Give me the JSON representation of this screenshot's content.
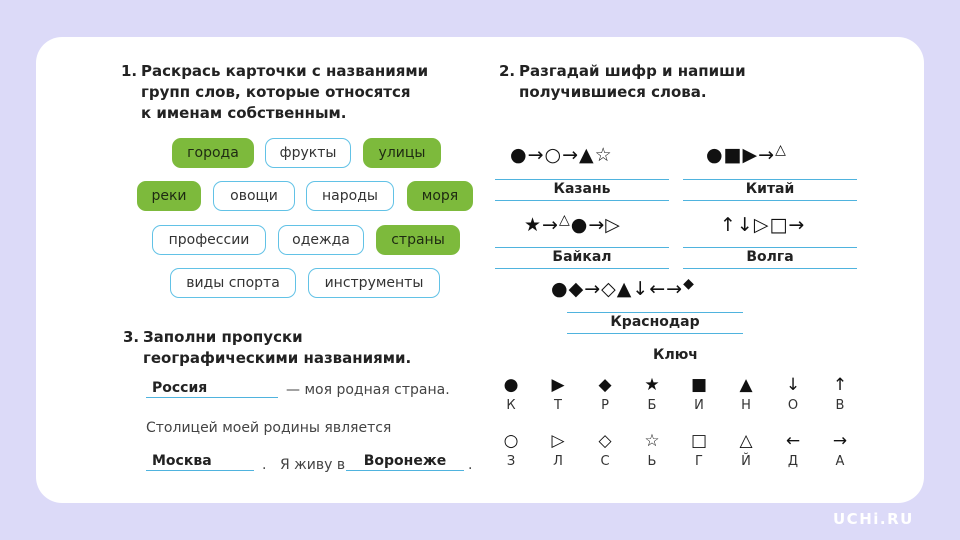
{
  "task1": {
    "num": "1.",
    "lines": [
      "Раскрась карточки с названиями",
      "групп слов, которые относятся",
      "к именам собственным."
    ],
    "cards": [
      {
        "label": "города",
        "on": true
      },
      {
        "label": "фрукты",
        "on": false
      },
      {
        "label": "улицы",
        "on": true
      },
      {
        "label": "реки",
        "on": true
      },
      {
        "label": "овощи",
        "on": false
      },
      {
        "label": "народы",
        "on": false
      },
      {
        "label": "моря",
        "on": true
      },
      {
        "label": "профессии",
        "on": false
      },
      {
        "label": "одежда",
        "on": false
      },
      {
        "label": "страны",
        "on": true
      },
      {
        "label": "виды спорта",
        "on": false
      },
      {
        "label": "инструменты",
        "on": false
      }
    ]
  },
  "task2": {
    "num": "2.",
    "lines": [
      "Разгадай шифр и напиши",
      "получившиеся слова."
    ],
    "ciphers": [
      {
        "parts": [
          "●→○→▲☆"
        ],
        "answer": "Казань"
      },
      {
        "parts": [
          "●■▶→",
          "△"
        ],
        "answer": "Китай"
      },
      {
        "parts": [
          "★→",
          "△",
          "●→▷"
        ],
        "answer": "Байкал"
      },
      {
        "parts": [
          "↑↓▷□→"
        ],
        "answer": "Волга"
      },
      {
        "parts": [
          "●◆→◇▲↓←→",
          "◆"
        ],
        "answer": "Краснодар"
      }
    ],
    "key_title": "Ключ",
    "key_row1": [
      {
        "sym": "●",
        "letter": "К"
      },
      {
        "sym": "▶",
        "letter": "Т"
      },
      {
        "sym": "◆",
        "letter": "Р"
      },
      {
        "sym": "★",
        "letter": "Б"
      },
      {
        "sym": "■",
        "letter": "И"
      },
      {
        "sym": "▲",
        "letter": "Н"
      },
      {
        "sym": "↓",
        "letter": "О"
      },
      {
        "sym": "↑",
        "letter": "В"
      }
    ],
    "key_row2": [
      {
        "sym": "○",
        "letter": "З"
      },
      {
        "sym": "▷",
        "letter": "Л"
      },
      {
        "sym": "◇",
        "letter": "С"
      },
      {
        "sym": "☆",
        "letter": "Ь"
      },
      {
        "sym": "□",
        "letter": "Г"
      },
      {
        "sym": "△",
        "letter": "Й"
      },
      {
        "sym": "←",
        "letter": "Д"
      },
      {
        "sym": "→",
        "letter": "А"
      }
    ]
  },
  "task3": {
    "num": "3.",
    "lines": [
      "Заполни пропуски",
      "географическими названиями."
    ],
    "fill1": "Россия",
    "text1": "— моя родная страна.",
    "text2": "Столицей моей родины является",
    "fill2": "Москва",
    "dot1": ".",
    "text3": "Я живу в",
    "fill3": "Воронеже",
    "dot2": "."
  },
  "logo": "UCHi.RU"
}
